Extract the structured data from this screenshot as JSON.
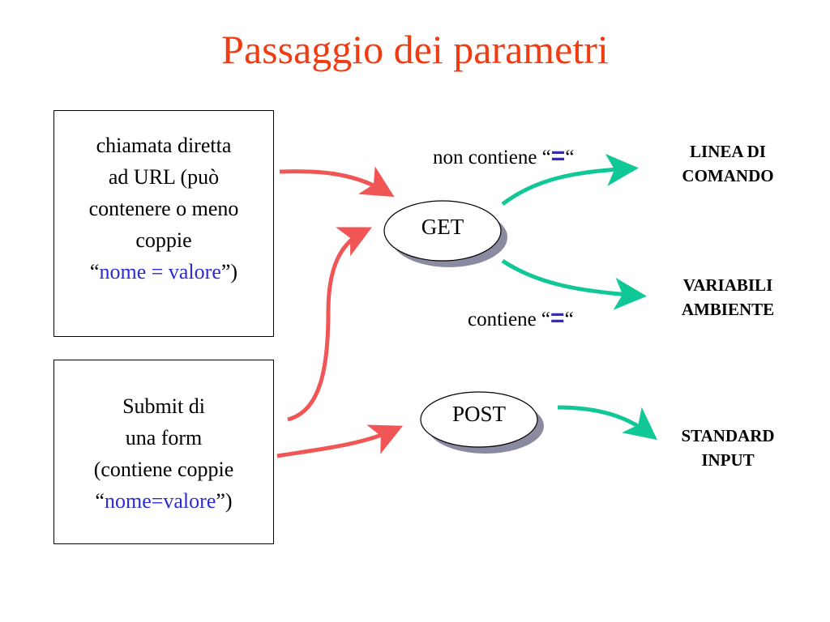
{
  "title": "Passaggio dei parametri",
  "box_url": {
    "line1": "chiamata diretta",
    "line2": "ad URL (può",
    "line3": "contenere o meno",
    "line4": "coppie",
    "quote_open": "“",
    "pair": "nome = valore",
    "quote_close": "”)"
  },
  "box_form": {
    "line1": "Submit di",
    "line2": "una form",
    "line3": "(contiene coppie",
    "quote_open": "“",
    "pair": "nome=valore",
    "quote_close": "”)"
  },
  "methods": {
    "get": "GET",
    "post": "POST"
  },
  "conditions": {
    "no_eq_prefix": "non contiene “",
    "no_eq_symbol": "=",
    "no_eq_suffix": "“",
    "eq_prefix": "contiene “",
    "eq_symbol": "=",
    "eq_suffix": "“"
  },
  "targets": {
    "cmdline_1": "LINEA DI",
    "cmdline_2": "COMANDO",
    "env_1": "VARIABILI",
    "env_2": "AMBIENTE",
    "stdin_1": "STANDARD",
    "stdin_2": "INPUT"
  },
  "colors": {
    "title": "#f03c12",
    "input_arrows": "#f05656",
    "output_arrows": "#10c896",
    "highlight_text": "#2a2ad6"
  }
}
